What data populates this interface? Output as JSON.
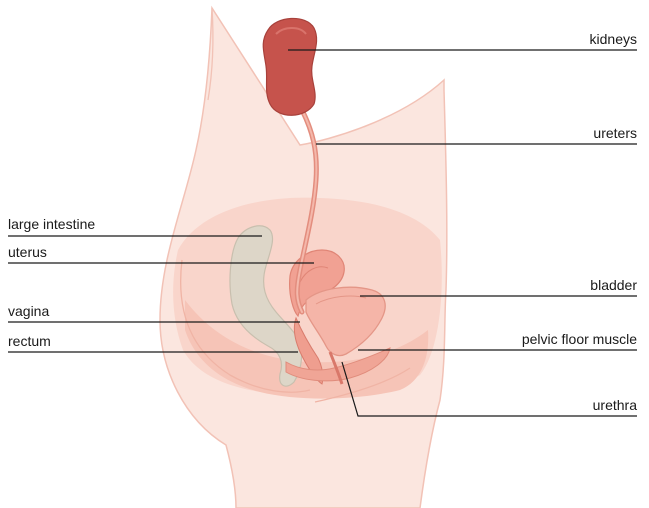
{
  "colors": {
    "skin_light": "#fbe4dd",
    "skin_mid": "#f6c9bd",
    "skin_outline": "#f2b9ab",
    "kidney": "#c6534c",
    "ureter": "#e38d7e",
    "bladder": "#f3a99d",
    "intestine": "#ddd6c8",
    "pelvic_tissue": "#f0a596",
    "line": "#1a1a1a"
  },
  "labels": {
    "kidneys": "kidneys",
    "ureters": "ureters",
    "large_intestine": "large intestine",
    "uterus": "uterus",
    "bladder": "bladder",
    "vagina": "vagina",
    "rectum": "rectum",
    "pelvic_floor_muscle": "pelvic floor muscle",
    "urethra": "urethra"
  }
}
